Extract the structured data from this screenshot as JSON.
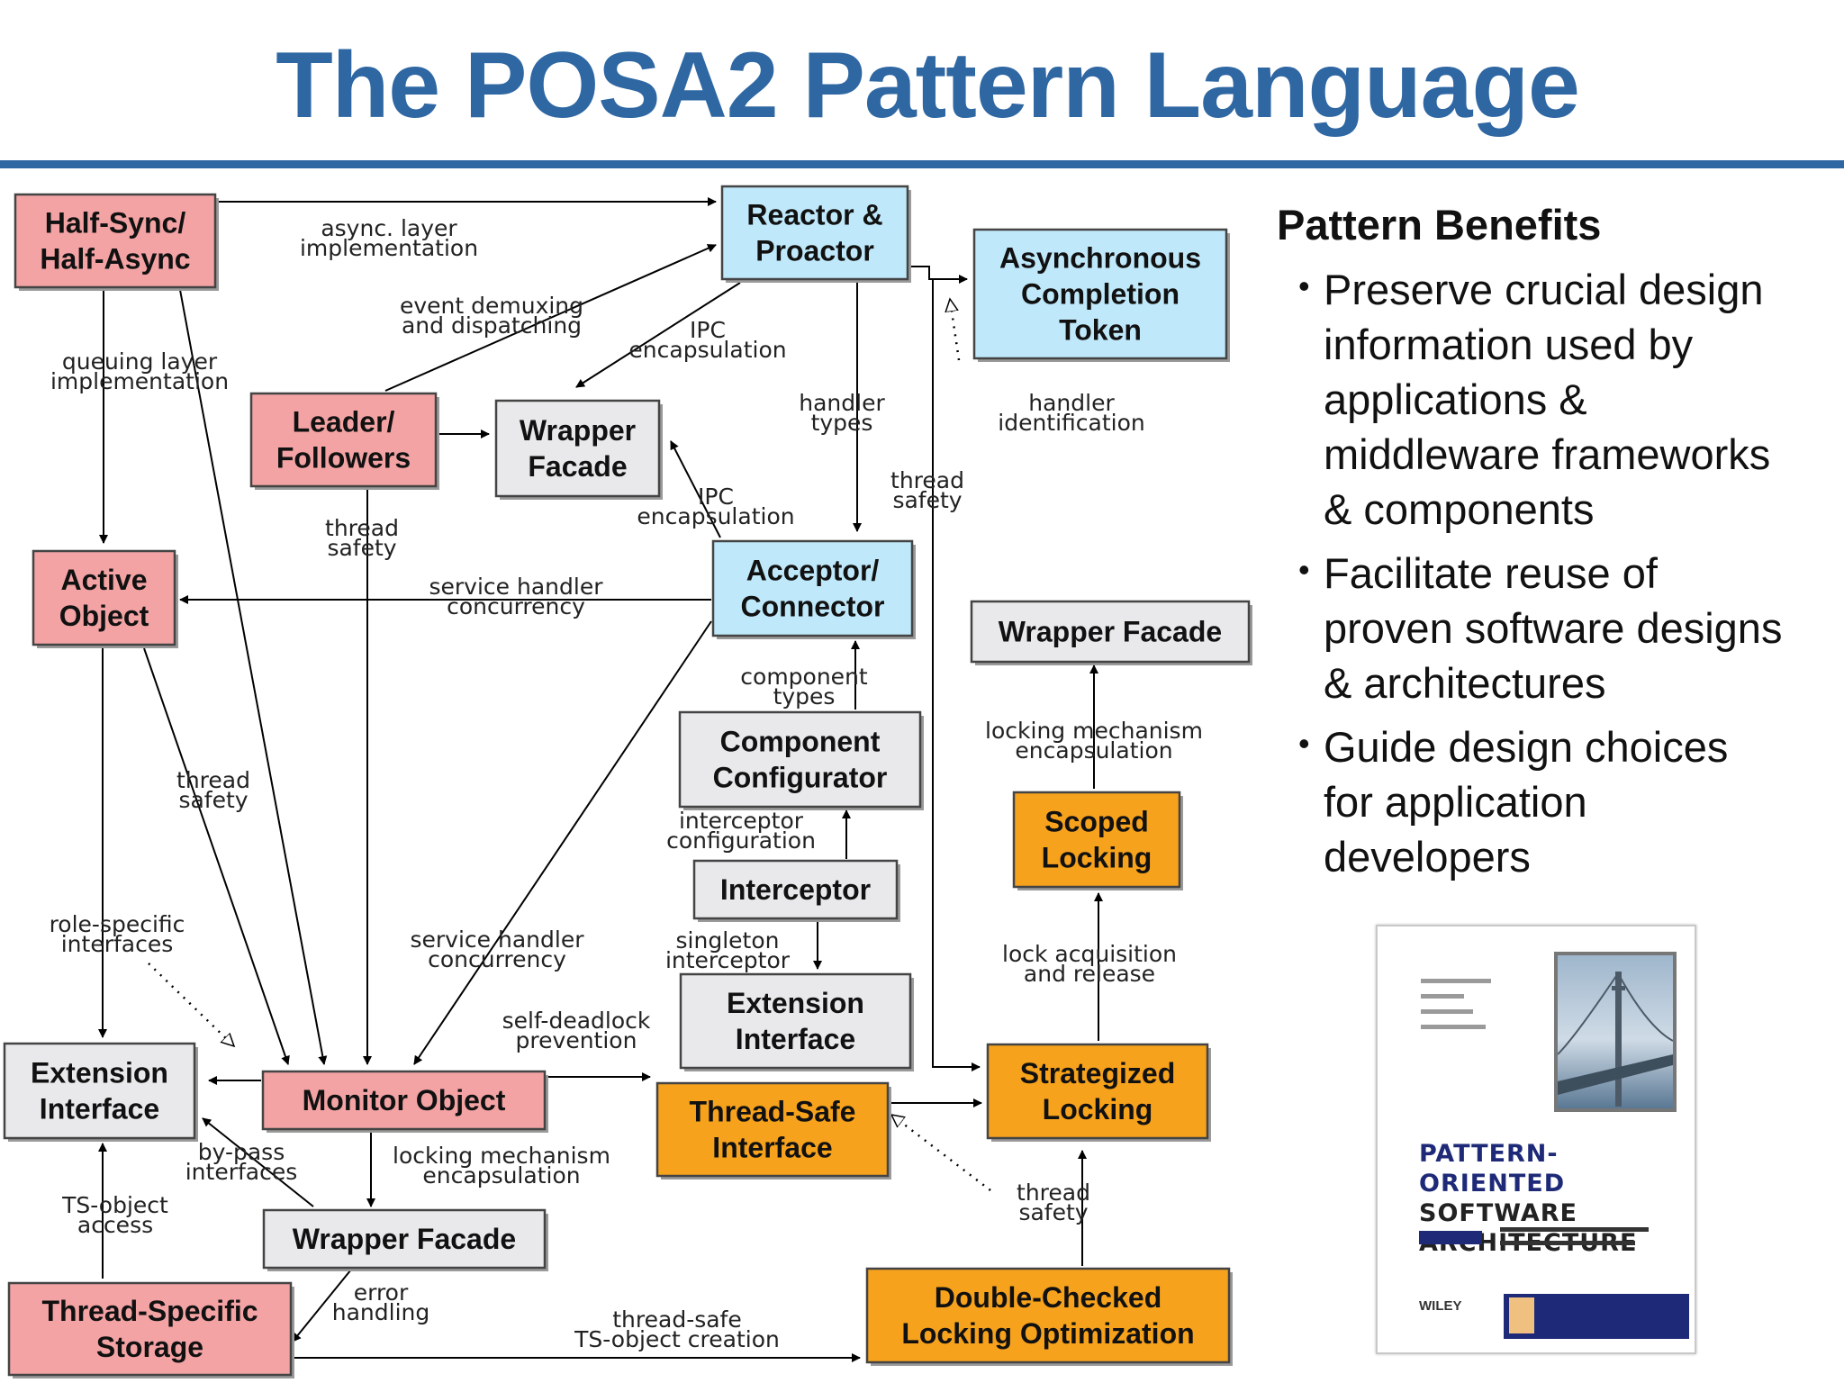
{
  "title": "The POSA2 Pattern Language",
  "colors": {
    "accent": "#2f67a3",
    "pink": "#f3a3a4",
    "blue": "#bfe8fa",
    "orange": "#f7a21c",
    "gray": "#e9e9ec"
  },
  "nodes": {
    "half_sync": [
      "Half-Sync/",
      "Half-Async"
    ],
    "reactor": [
      "Reactor &",
      "Proactor"
    ],
    "act": [
      "Asynchronous",
      "Completion",
      "Token"
    ],
    "leader": [
      "Leader/",
      "Followers"
    ],
    "wrapper_top": [
      "Wrapper",
      "Facade"
    ],
    "active_object": [
      "Active",
      "Object"
    ],
    "acceptor": [
      "Acceptor/",
      "Connector"
    ],
    "wrapper_right": [
      "Wrapper Facade"
    ],
    "component_configurator": [
      "Component",
      "Configurator"
    ],
    "scoped_locking": [
      "Scoped",
      "Locking"
    ],
    "interceptor": [
      "Interceptor"
    ],
    "extension_mid": [
      "Extension",
      "Interface"
    ],
    "extension_left": [
      "Extension",
      "Interface"
    ],
    "monitor": [
      "Monitor Object"
    ],
    "thread_safe_interface": [
      "Thread-Safe",
      "Interface"
    ],
    "strategized": [
      "Strategized",
      "Locking"
    ],
    "wrapper_bottom": [
      "Wrapper Facade"
    ],
    "tss": [
      "Thread-Specific",
      "Storage"
    ],
    "dcl": [
      "Double-Checked",
      "Locking Optimization"
    ]
  },
  "edge_labels": {
    "async_layer": [
      "async. layer",
      "implementation"
    ],
    "event_demux": [
      "event demuxing",
      "and dispatching"
    ],
    "ipc_top": [
      "IPC",
      "encapsulation"
    ],
    "queuing_layer": [
      "queuing layer",
      "implementation"
    ],
    "handler_types": [
      "handler",
      "types"
    ],
    "handler_id": [
      "handler",
      "identification"
    ],
    "thread_safety_right": [
      "thread",
      "safety"
    ],
    "ipc_mid": [
      "IPC",
      "encapsulation"
    ],
    "thread_safety_leader": [
      "thread",
      "safety"
    ],
    "service_handler_top": [
      "service handler",
      "concurrency"
    ],
    "component_types": [
      "component",
      "types"
    ],
    "locking_mech_right": [
      "locking mechanism",
      "encapsulation"
    ],
    "thread_safety_active": [
      "thread",
      "safety"
    ],
    "interceptor_config": [
      "interceptor",
      "configuration"
    ],
    "role_specific": [
      "role-specific",
      "interfaces"
    ],
    "service_handler_bottom": [
      "service handler",
      "concurrency"
    ],
    "singleton": [
      "singleton",
      "interceptor"
    ],
    "lock_acq": [
      "lock acquisition",
      "and release"
    ],
    "self_deadlock": [
      "self-deadlock",
      "prevention"
    ],
    "bypass": [
      "by-pass",
      "interfaces"
    ],
    "locking_mech_bottom": [
      "locking mechanism",
      "encapsulation"
    ],
    "thread_safety_dcl": [
      "thread",
      "safety"
    ],
    "ts_object": [
      "TS-object",
      "access"
    ],
    "error_handling": [
      "error",
      "handling"
    ],
    "ts_creation": [
      "thread-safe",
      "TS-object creation"
    ]
  },
  "benefits": {
    "heading": "Pattern Benefits",
    "items": [
      [
        "Preserve crucial design",
        "information used by",
        "applications &",
        "middleware frameworks",
        "& components"
      ],
      [
        "Facilitate reuse of",
        "proven software designs",
        "& architectures"
      ],
      [
        "Guide design choices",
        "for application",
        "developers"
      ]
    ]
  },
  "book": {
    "title_lines": [
      "PATTERN-ORIENTED",
      "SOFTWARE",
      "ARCHITECTURE"
    ],
    "publisher": "WILEY"
  }
}
